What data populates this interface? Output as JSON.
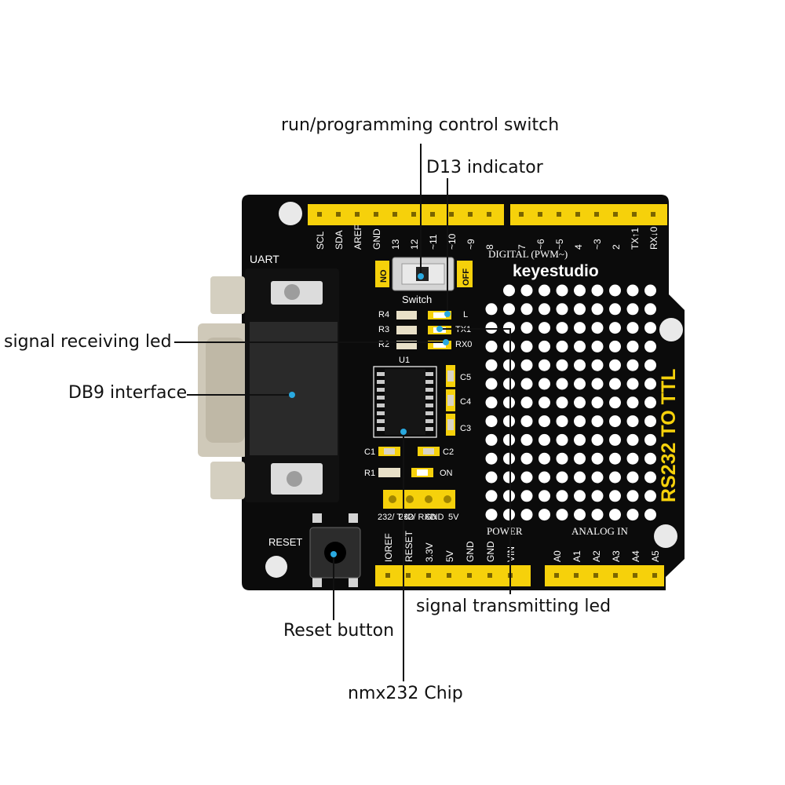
{
  "callouts": {
    "switch": "run/programming control switch",
    "d13": "D13 indicator",
    "rx_led": "signal receiving led",
    "db9": "DB9 interface",
    "tx_led": "signal transmitting led",
    "reset": "Reset button",
    "chip": "nmx232 Chip"
  },
  "board": {
    "brand": "keyestudio",
    "title": "RS232 TO TTL",
    "uart": "UART",
    "digital": "DIGITAL (PWM~)",
    "switch_label": "Switch",
    "sw_no": "NO",
    "sw_off": "OFF",
    "u1": "U1",
    "reset": "RESET",
    "power": "POWER",
    "analog": "ANALOG IN",
    "on": "ON",
    "header_232txd": "232/ TXD",
    "header_232rxd": "232/ RXD",
    "header_gnd": "GND",
    "header_5v": "5V",
    "refs": {
      "r4": "R4",
      "r3": "R3",
      "r2": "R2",
      "r1": "R1",
      "c1": "C1",
      "c2": "C2",
      "c3": "C3",
      "c4": "C4",
      "c5": "C5",
      "l": "L",
      "tx0": "TX1",
      "rx0": "RX0"
    },
    "top_pins_left": [
      "SCL",
      "SDA",
      "AREF",
      "GND",
      "13",
      "12",
      "~11",
      "~10",
      "~9",
      "8"
    ],
    "top_pins_right": [
      "7",
      "~6",
      "~5",
      "4",
      "~3",
      "2",
      "TX↑1",
      "RX↓0"
    ],
    "bottom_power_pins": [
      "IOREF",
      "RESET",
      "3.3V",
      "5V",
      "GND",
      "GND",
      "VIN"
    ],
    "bottom_analog_pins": [
      "A0",
      "A1",
      "A2",
      "A3",
      "A4",
      "A5"
    ]
  },
  "colors": {
    "pcb": "#0b0b0b",
    "header": "#f6d10b",
    "pad": "#ffffff",
    "dot": "#29a9e0",
    "metal": "#d9d4c6"
  }
}
